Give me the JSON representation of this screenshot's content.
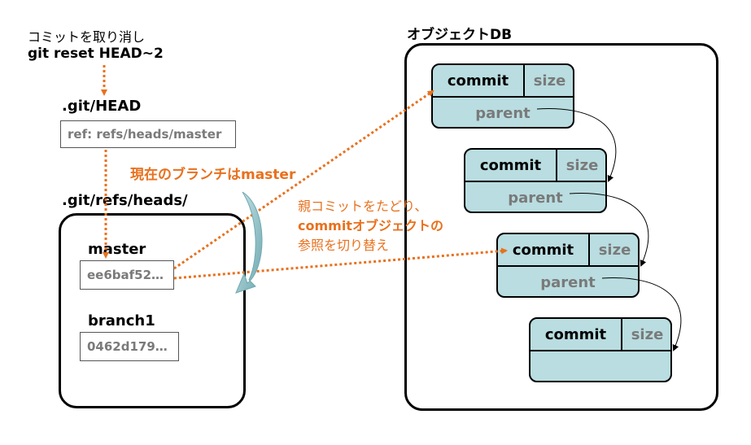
{
  "command": {
    "line1": "コミットを取り消し",
    "line2": "git reset HEAD~2"
  },
  "head": {
    "title": ".git/HEAD",
    "value": "ref: refs/heads/master"
  },
  "refs": {
    "title": ".git/refs/heads/",
    "branches": [
      {
        "name": "master",
        "hash": "ee6baf52…"
      },
      {
        "name": "branch1",
        "hash": "0462d179…"
      }
    ]
  },
  "objectdb": {
    "title": "オブジェクトDB",
    "commits": [
      {
        "label": "commit",
        "size": "size",
        "parent": "parent"
      },
      {
        "label": "commit",
        "size": "size",
        "parent": "parent"
      },
      {
        "label": "commit",
        "size": "size",
        "parent": "parent"
      },
      {
        "label": "commit",
        "size": "size",
        "parent": ""
      }
    ]
  },
  "annotations": {
    "current_branch": "現在のブランチはmaster",
    "switch_line1": "親コミットをたどり、",
    "switch_line2": "commitオブジェクトの",
    "switch_line3": "参照を切り替え"
  },
  "colors": {
    "arrow": "#e8711e",
    "commit_fill": "#b9dde0",
    "curve_arrow": "#7fb7bd"
  }
}
